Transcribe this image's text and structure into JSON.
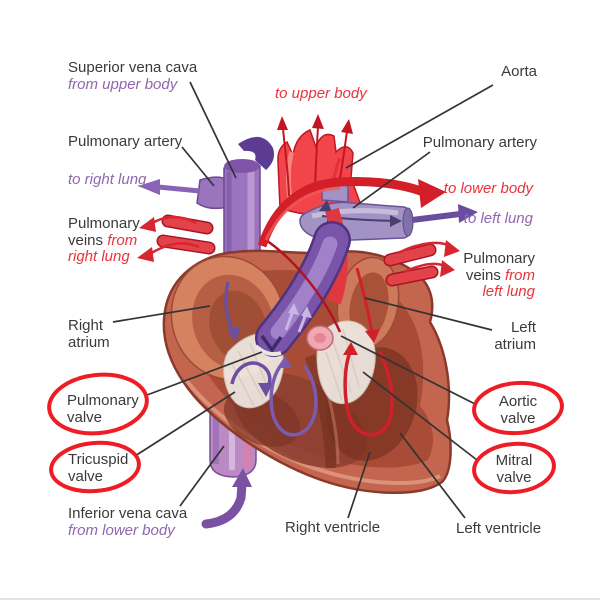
{
  "figure": {
    "type": "anatomical-diagram",
    "subject": "Cross-section of the human heart showing blood flow, vessels, chambers and valves",
    "highlighted_items_note": "Four valve labels are circled in red"
  },
  "colors": {
    "background": "#ffffff",
    "label_text": "#3a3a3a",
    "vein_label_purple": "#9166ae",
    "artery_label_red": "#e8343c",
    "highlight_circle_red": "#ee1c25",
    "oxygenated_red": "#e8333b",
    "deoxygenated_purple": "#7a54a8",
    "heart_muscle": "#c4664f"
  },
  "labels": {
    "superior_vena_cava": {
      "title": "Superior vena cava",
      "sub": "from upper body"
    },
    "to_upper_body": {
      "text": "to upper body"
    },
    "aorta": {
      "text": "Aorta"
    },
    "pulmonary_artery_left": {
      "text": "Pulmonary artery"
    },
    "to_right_lung": {
      "text": "to right lung"
    },
    "pulmonary_artery_right": {
      "text": "Pulmonary artery"
    },
    "to_lower_body": {
      "text": "to lower body"
    },
    "to_left_lung": {
      "text": "to left lung"
    },
    "pulmonary_veins_right": {
      "l1": "Pulmonary",
      "l2a": "veins ",
      "l2b": "from",
      "l3": "right lung"
    },
    "pulmonary_veins_left": {
      "l1": "Pulmonary",
      "l2a": "veins ",
      "l2b": "from",
      "l3": "left lung"
    },
    "right_atrium": {
      "l1": "Right",
      "l2": "atrium"
    },
    "left_atrium": {
      "l1": "Left",
      "l2": "atrium"
    },
    "pulmonary_valve": {
      "l1": "Pulmonary",
      "l2": "valve"
    },
    "tricuspid_valve": {
      "l1": "Tricuspid",
      "l2": "valve"
    },
    "aortic_valve": {
      "l1": "Aortic",
      "l2": "valve"
    },
    "mitral_valve": {
      "l1": "Mitral",
      "l2": "valve"
    },
    "inferior_vena_cava": {
      "title": "Inferior vena cava",
      "sub": "from lower body"
    },
    "right_ventricle": {
      "text": "Right ventricle"
    },
    "left_ventricle": {
      "text": "Left ventricle"
    }
  }
}
